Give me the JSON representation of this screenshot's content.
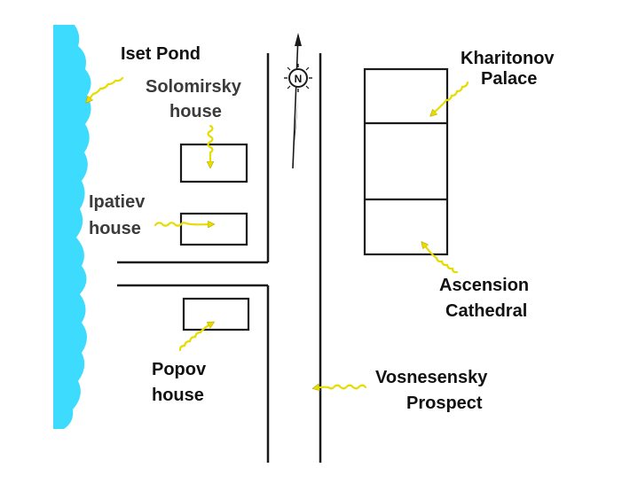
{
  "labels": {
    "iset_pond": "Iset Pond",
    "solomirsky_line1": "Solomirsky",
    "solomirsky_line2": "house",
    "ipatiev_line1": "Ipatiev",
    "ipatiev_line2": "house",
    "popov_line1": "Popov",
    "popov_line2": "house",
    "kharitonov_line1": "Kharitonov",
    "kharitonov_line2": "Palace",
    "ascension_line1": "Ascension",
    "ascension_line2": "Cathedral",
    "vosnesensky_line1": "Vosnesensky",
    "vosnesensky_line2": "Prospect",
    "compass_letter": "N"
  },
  "colors": {
    "water": "#3ddcff",
    "pointer": "#f0e800",
    "pointer_stroke": "#b9a800",
    "line": "#1a1a1a",
    "text_dark": "#111111",
    "text_gray": "#3b3b3b"
  },
  "icons": {
    "compass": "compass-rose-icon",
    "pointer": "squiggle-arrow-icon"
  }
}
